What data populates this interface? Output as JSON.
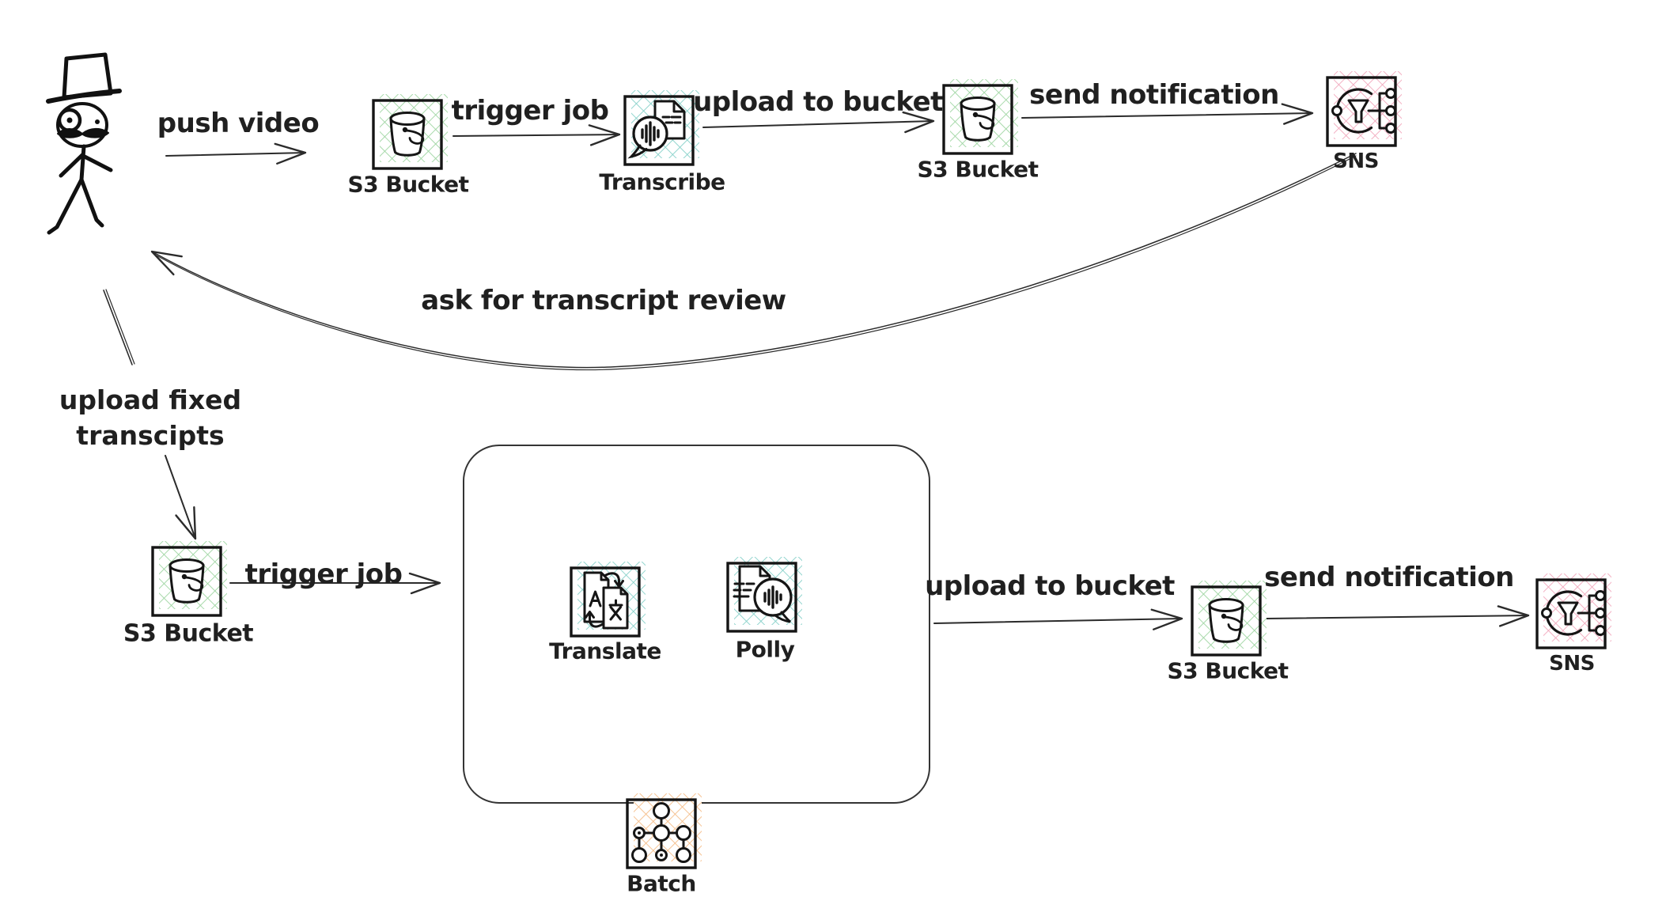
{
  "colors": {
    "ink": "#212121",
    "s3_hatch_green": "#9fd6a2",
    "ml_hatch_teal": "#87d1ca",
    "sns_hatch_pink": "#f2a8bd",
    "batch_hatch_orange": "#f5bd88"
  },
  "nodes": {
    "s3_top": {
      "label": "S3 Bucket"
    },
    "transcribe": {
      "label": "Transcribe"
    },
    "s3_top_right": {
      "label": "S3 Bucket"
    },
    "sns_top": {
      "label": "SNS"
    },
    "s3_left": {
      "label": "S3 Bucket"
    },
    "translate": {
      "label": "Translate"
    },
    "polly": {
      "label": "Polly"
    },
    "batch": {
      "label": "Batch"
    },
    "s3_bottom": {
      "label": "S3 Bucket"
    },
    "sns_bottom": {
      "label": "SNS"
    }
  },
  "edges": {
    "push_video": {
      "label": "push video"
    },
    "trigger_job_top": {
      "label": "trigger job"
    },
    "upload_to_bucket_top": {
      "label": "upload to bucket"
    },
    "send_notification_top": {
      "label": "send notification"
    },
    "ask_review": {
      "label": "ask for transcript review"
    },
    "upload_fixed": {
      "label_line1": "upload fixed",
      "label_line2": "transcipts"
    },
    "trigger_job_bottom": {
      "label": "trigger job"
    },
    "upload_to_bucket_bottom": {
      "label": "upload to bucket"
    },
    "send_notification_bottom": {
      "label": "send notification"
    }
  },
  "icons": {
    "person": "stick figure with top hat, monocle and mustache",
    "s3": "bucket with handle on green cross-hatch square",
    "transcribe": "document + speech bubble with waveform on teal cross-hatch square",
    "translate": "two documents (A / 文) with swap arrows on teal cross-hatch square",
    "polly": "document + speech bubble with waveform on teal cross-hatch square",
    "sns": "circle with funnel and fan-out nodes on pink cross-hatch square",
    "batch": "connected node graph on orange cross-hatch square"
  }
}
